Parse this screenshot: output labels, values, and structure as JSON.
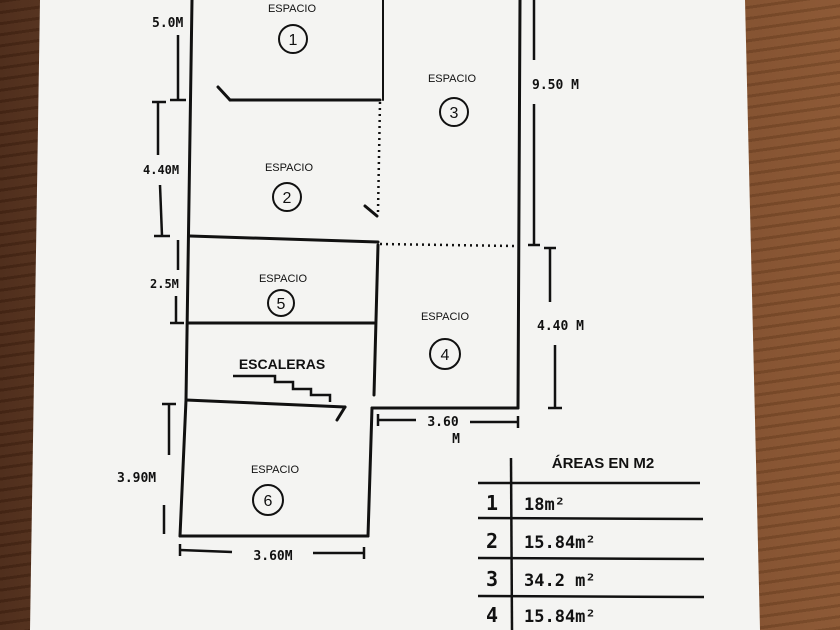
{
  "colors": {
    "paper": "#f4f4f2",
    "ink": "#111111",
    "wood": "#6b3f22"
  },
  "rooms": [
    {
      "id": "1",
      "label": "ESPACIO",
      "number": "1"
    },
    {
      "id": "2",
      "label": "ESPACIO",
      "number": "2"
    },
    {
      "id": "3",
      "label": "ESPACIO",
      "number": "3"
    },
    {
      "id": "4",
      "label": "ESPACIO",
      "number": "4"
    },
    {
      "id": "5",
      "label": "ESPACIO",
      "number": "5"
    },
    {
      "id": "6",
      "label": "ESPACIO",
      "number": "6"
    }
  ],
  "stairs_label": "ESCALERAS",
  "dimensions": {
    "d1": "5.0M",
    "d2": "4.40M",
    "d3": "2.5M",
    "d4": "3.90M",
    "d5": "9.50 M",
    "d6": "4.40 M",
    "d7_a": "3.60",
    "d7_b": "M",
    "d8": "3.60M"
  },
  "areas_table": {
    "title": "ÁREAS EN M2",
    "rows": [
      {
        "num": "1",
        "value": "18m²"
      },
      {
        "num": "2",
        "value": "15.84m²"
      },
      {
        "num": "3",
        "value": "34.2 m²"
      },
      {
        "num": "4",
        "value": "15.84m²"
      }
    ]
  }
}
